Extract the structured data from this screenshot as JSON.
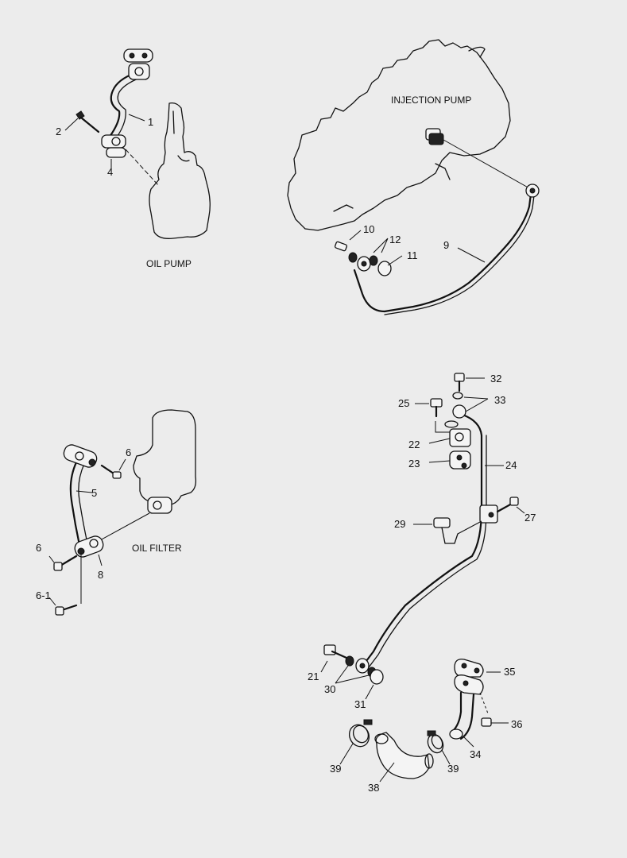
{
  "assembly_labels": {
    "injection_pump": "INJECTION PUMP",
    "oil_pump": "OIL PUMP",
    "oil_filter": "OIL FILTER"
  },
  "callouts": {
    "c1": "1",
    "c2": "2",
    "c4": "4",
    "c5": "5",
    "c6a": "6",
    "c6b": "6",
    "c6_1": "6-1",
    "c8": "8",
    "c9": "9",
    "c10": "10",
    "c11": "11",
    "c12": "12",
    "c21": "21",
    "c22": "22",
    "c23": "23",
    "c24": "24",
    "c25": "25",
    "c27": "27",
    "c29": "29",
    "c30": "30",
    "c31": "31",
    "c32": "32",
    "c33": "33",
    "c34": "34",
    "c35": "35",
    "c36": "36",
    "c38": "38",
    "c39a": "39",
    "c39b": "39"
  }
}
